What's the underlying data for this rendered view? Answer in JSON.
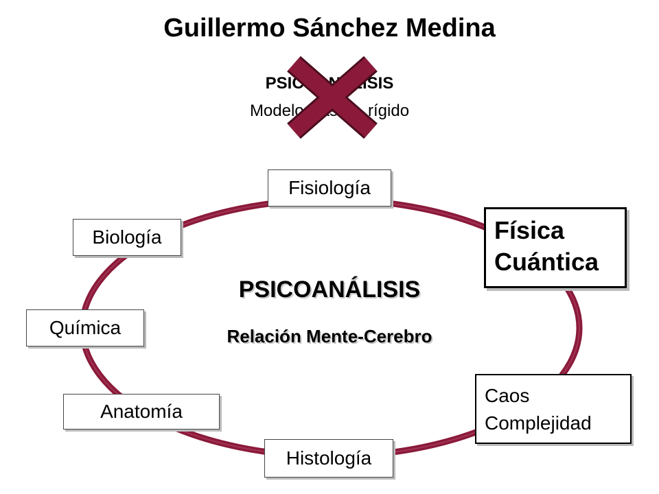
{
  "title": "Guillermo Sánchez Medina",
  "crossed_model": {
    "heading": "PSICOANÁLISIS",
    "subtitle": "Modelo clásico, rígido"
  },
  "center": {
    "heading": "PSICOANÁLISIS",
    "subtitle": "Relación Mente-Cerebro"
  },
  "nodes": {
    "fisiologia": "Fisiología",
    "biologia": "Biología",
    "quimica": "Química",
    "anatomia": "Anatomía",
    "histologia": "Histología",
    "fisica_line1": "Física",
    "fisica_line2": "Cuántica",
    "caos_line1": "Caos",
    "caos_line2": "Complejidad"
  },
  "colors": {
    "ring": "#8b1a3a",
    "cross": "#8b1a3a"
  }
}
